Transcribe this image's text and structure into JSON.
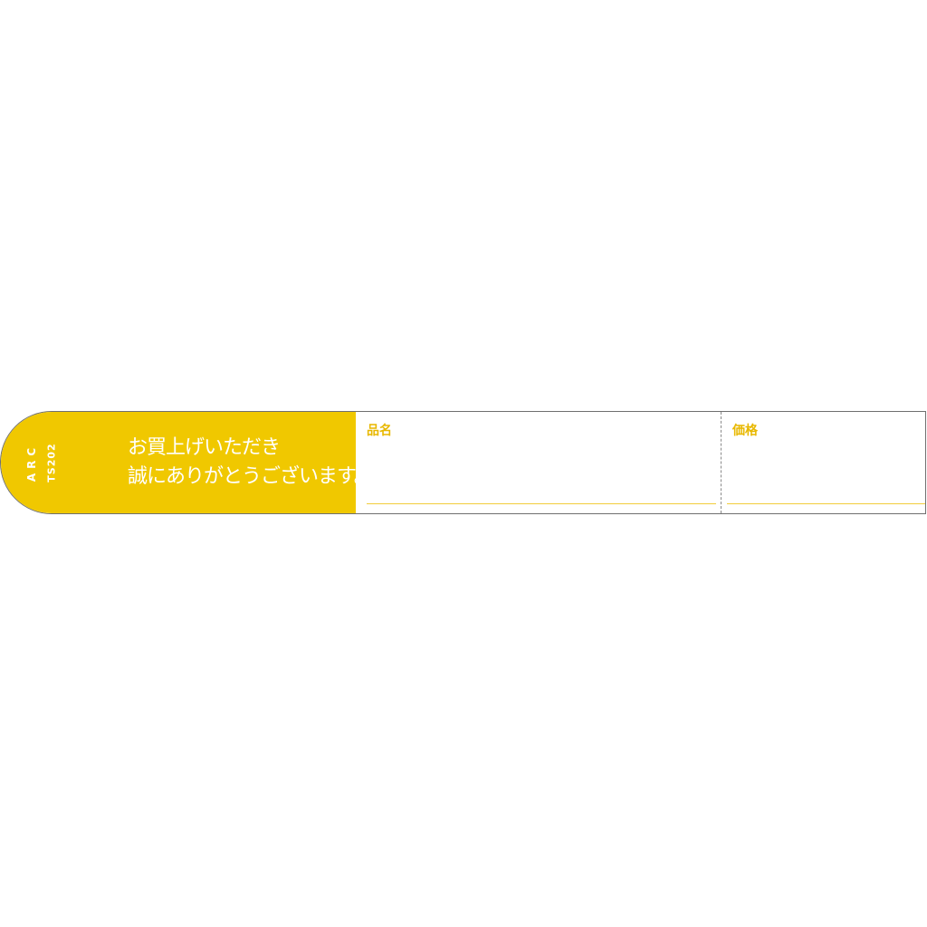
{
  "tag": {
    "brand": "ARC",
    "model": "TS202",
    "message_line1": "お買上げいただき",
    "message_line2": "誠にありがとうございます。",
    "field_name_label": "品名",
    "field_price_label": "価格"
  },
  "colors": {
    "band": "#f0c800",
    "label_text": "#e8b800",
    "write_line": "#f2cc3a",
    "outline": "#6f6f6f"
  }
}
